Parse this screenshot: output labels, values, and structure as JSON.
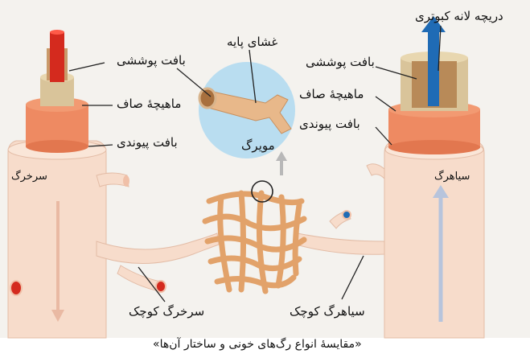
{
  "labels": {
    "artery_outer_layer": "بافت پوششی",
    "artery_smooth_muscle": "ماهیچهٔ صاف",
    "artery_connective": "بافت پیوندی",
    "artery": "سرخرگ",
    "basement_membrane": "غشای پایه",
    "capillary": "مویرگ",
    "vein_valve": "دریچه لانه کبوتری",
    "vein_outer_layer": "بافت پوششی",
    "vein_smooth_muscle": "ماهیچهٔ صاف",
    "vein_connective": "بافت پیوندی",
    "vein": "سیاهرگ",
    "arteriole": "سرخرگ کوچک",
    "venule": "سیاهرگ کوچک"
  },
  "caption": "«مقایسهٔ انواع رگ‌های خونی و ساختار آن‌ها»",
  "colors": {
    "background": "#f3f1ec",
    "vessel_skin": "#f7dccb",
    "muscle_layer": "#ee8a62",
    "epithelium": "#d9c49a",
    "arterial_blood": "#d42a1e",
    "venous_blood": "#1f6bb5",
    "capillary_net": "#e2a26a",
    "magnifier": "#b9ddf0"
  }
}
